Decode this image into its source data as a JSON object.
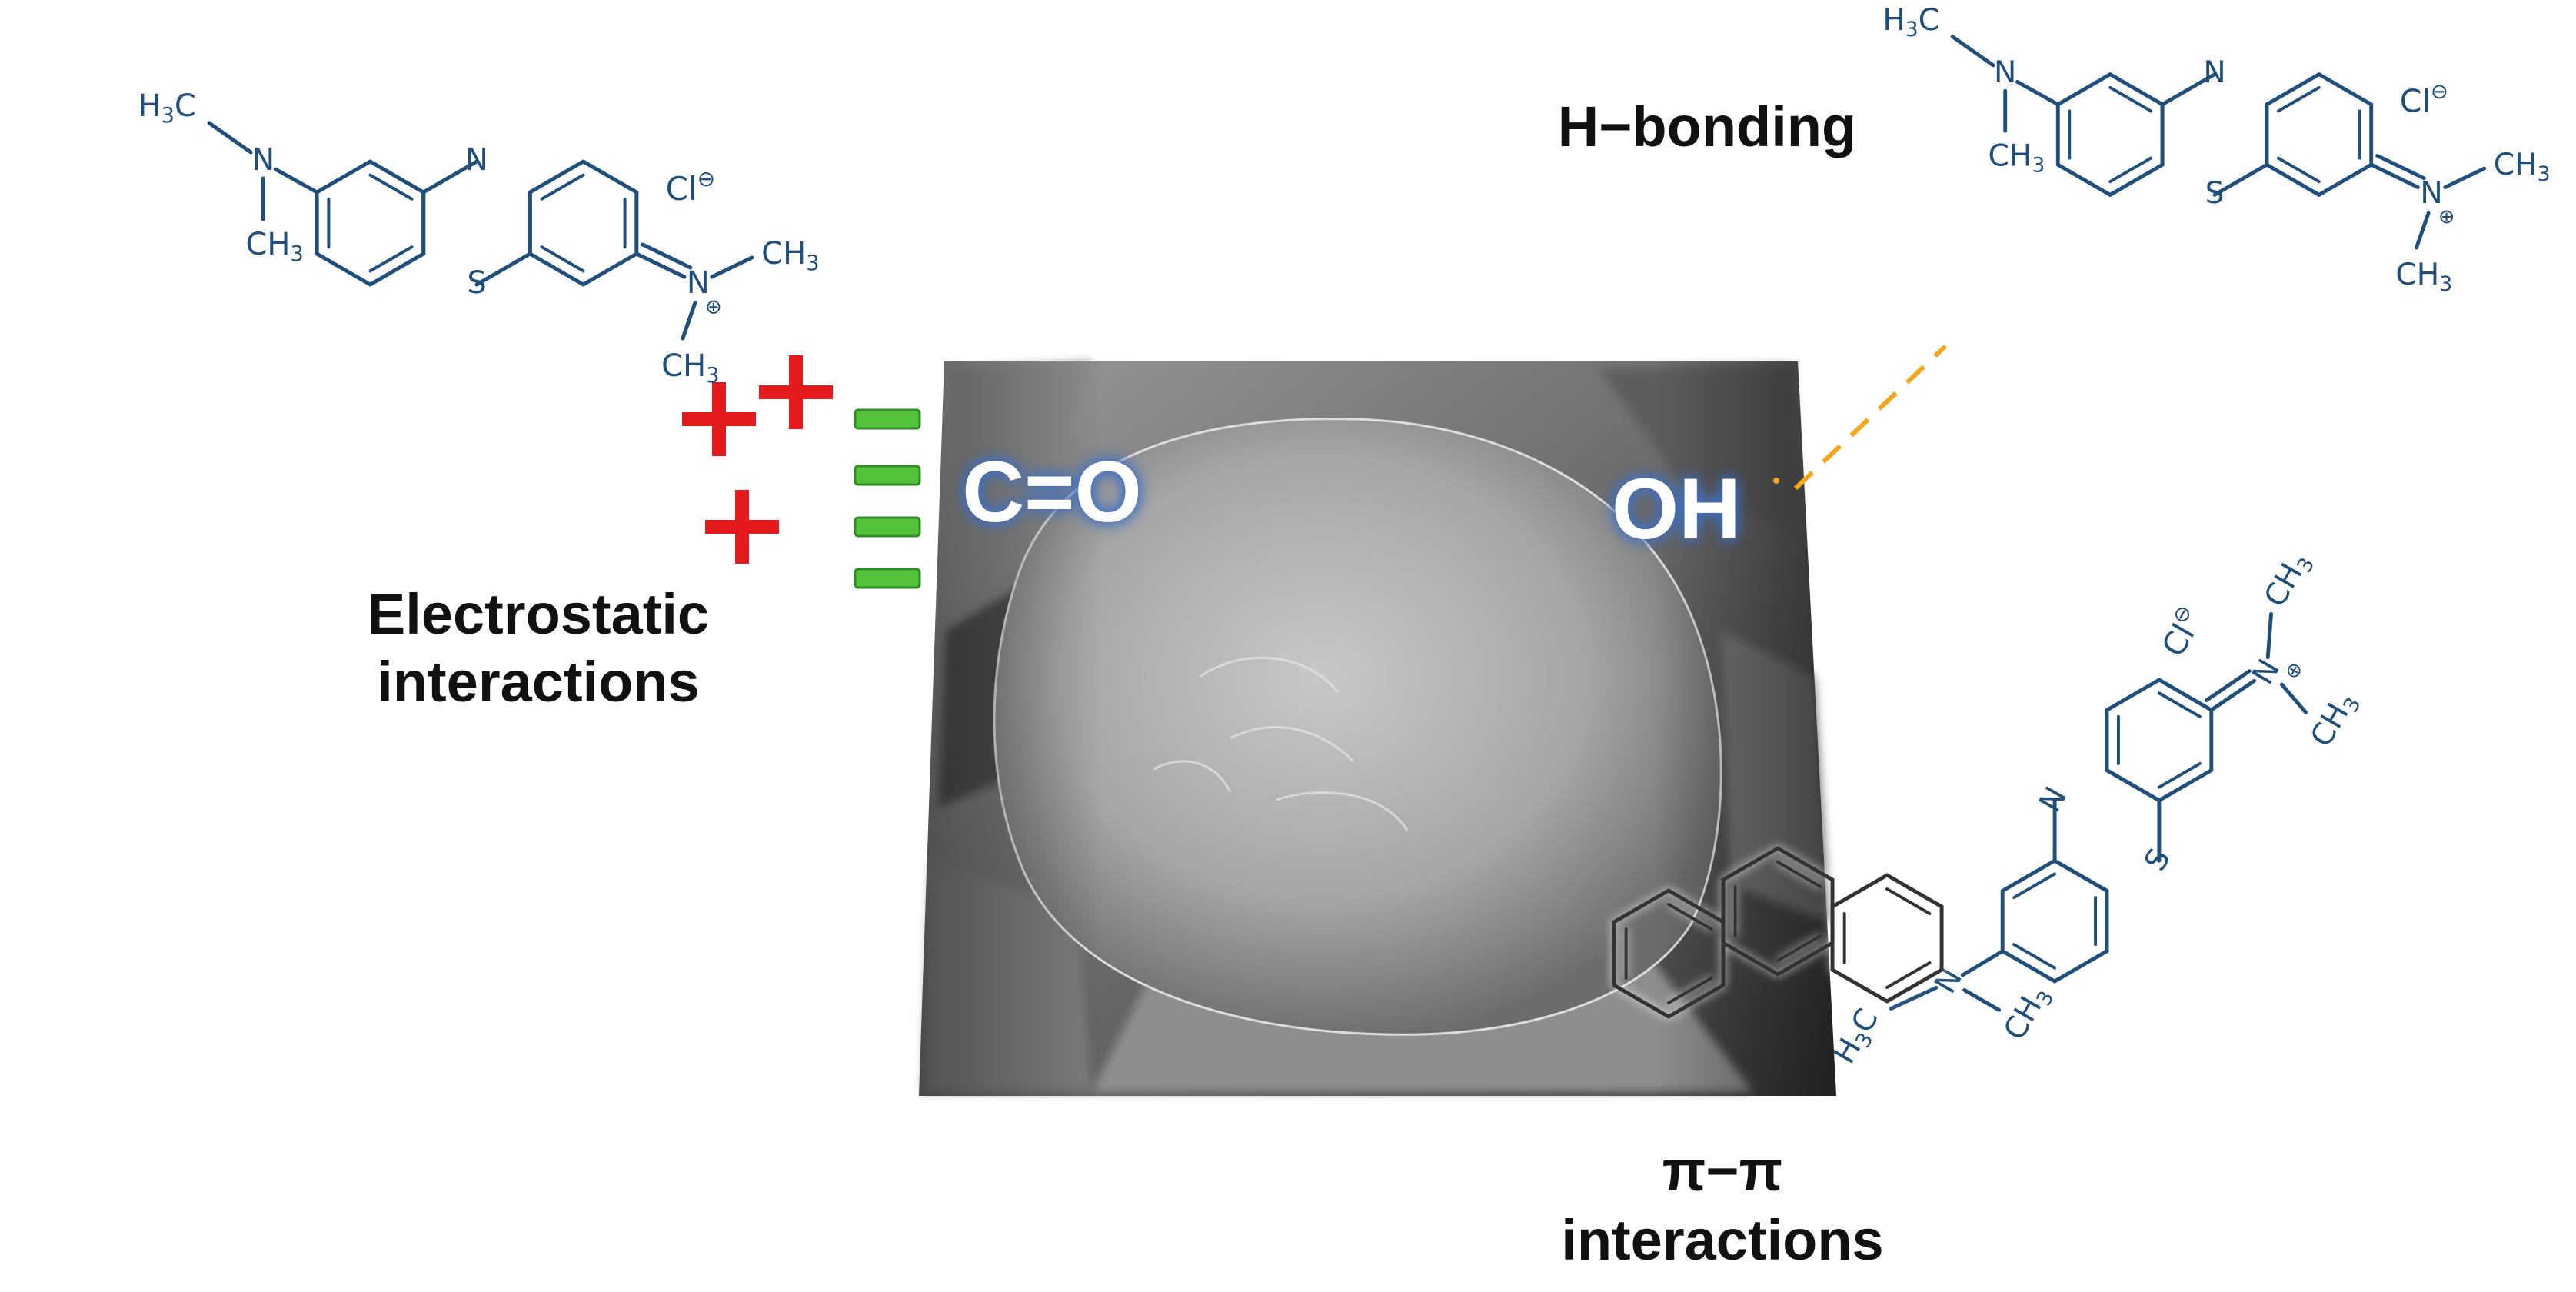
{
  "labels": {
    "electrostatic": [
      "Electrostatic",
      "interactions"
    ],
    "hbond": "H−bonding",
    "pipi": [
      "π−π",
      "interactions"
    ]
  },
  "surface_groups": {
    "carbonyl": "C=O",
    "hydroxyl": "OH"
  },
  "charges": {
    "positive_symbol": "+",
    "negative_symbol": "−",
    "positive_count": 3,
    "negative_count": 4
  },
  "molecule_text": {
    "nitrogen": "N",
    "sulfur": "S",
    "n_plus": "N",
    "plus_sign": "⊕",
    "chloride": "Cl",
    "minus_sign": "⊖",
    "ch3": "CH",
    "h3c": "H",
    "c": "C",
    "sub3": "3"
  },
  "colors": {
    "molecule": "#1f4f7a",
    "positive": "#e41a1c",
    "negative": "#55c23b",
    "hbond_dash": "#f2a81d",
    "surface_text_glow": "#3c6fc7",
    "graphite": "#333333"
  }
}
